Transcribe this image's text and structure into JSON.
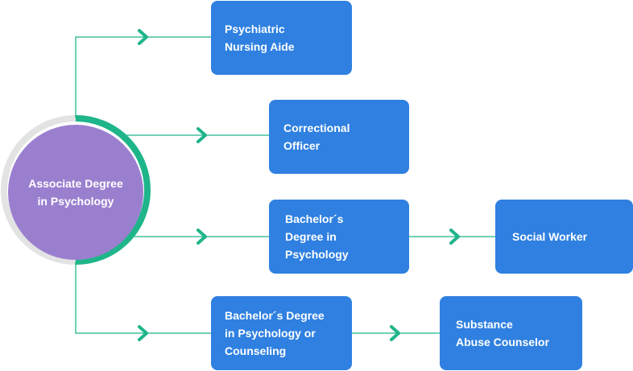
{
  "colors": {
    "node_fill": "#2f80e1",
    "hub_fill": "#9b7fcf",
    "hub_ring_accent": "#1fb58a",
    "hub_ring_base": "#e3e3e3",
    "connector": "#1fb58a"
  },
  "hub": {
    "lines": [
      "Associate Degree",
      "in Psychology"
    ]
  },
  "nodes": {
    "psychiatric_nursing_aide": {
      "lines": [
        "Psychiatric",
        "Nursing Aide"
      ]
    },
    "correctional_officer": {
      "lines": [
        "Correctional",
        "Officer"
      ]
    },
    "bachelors_psychology": {
      "lines": [
        "Bachelor´s",
        "Degree in",
        "Psychology"
      ]
    },
    "social_worker": {
      "lines": [
        "Social Worker"
      ]
    },
    "bachelors_psychology_counseling": {
      "lines": [
        "Bachelor´s Degree",
        "in Psychology or",
        "Counseling"
      ]
    },
    "substance_abuse_counselor": {
      "lines": [
        "Substance",
        "Abuse Counselor"
      ]
    }
  }
}
